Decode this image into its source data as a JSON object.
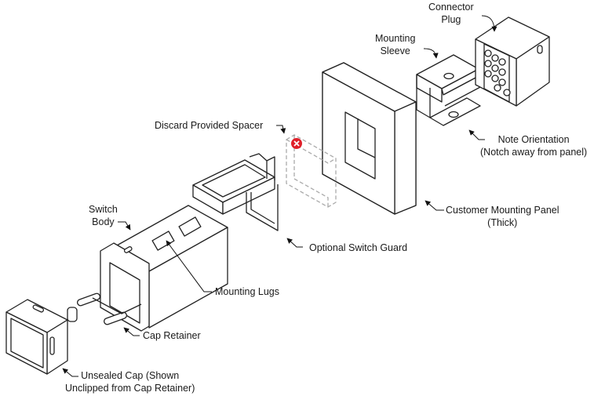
{
  "title": "Exploded assembly diagram - switch mounting",
  "labels": {
    "connector_plug": [
      "Connector",
      "Plug"
    ],
    "mounting_sleeve": [
      "Mounting",
      "Sleeve"
    ],
    "note_orientation": [
      "Note Orientation",
      "(Notch away from panel)"
    ],
    "discard_spacer": "Discard Provided Spacer",
    "customer_panel": [
      "Customer Mounting Panel",
      "(Thick)"
    ],
    "switch_body": [
      "Switch",
      "Body"
    ],
    "switch_guard": "Optional Switch Guard",
    "mounting_lugs": "Mounting Lugs",
    "cap_retainer": "Cap Retainer",
    "unsealed_cap": [
      "Unsealed Cap (Shown",
      "Unclipped from Cap Retainer)"
    ]
  },
  "markers": {
    "discard_marker": "x",
    "discard_color": "#e0202a"
  }
}
